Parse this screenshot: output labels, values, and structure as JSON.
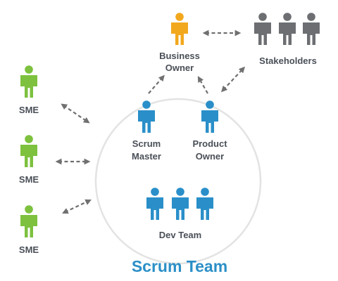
{
  "colors": {
    "business_owner": "#f2a81d",
    "stakeholders": "#6c6e72",
    "sme": "#7dc13e",
    "scrum": "#2a8fc9",
    "circle_stroke": "#e3e3e3",
    "arrow": "#707070",
    "label": "#4a4f57",
    "team_title": "#2b8fc7"
  },
  "roles": {
    "business_owner": {
      "line1": "Business",
      "line2": "Owner"
    },
    "stakeholders": {
      "label": "Stakeholders"
    },
    "scrum_master": {
      "line1": "Scrum",
      "line2": "Master"
    },
    "product_owner": {
      "line1": "Product",
      "line2": "Owner"
    },
    "dev_team": {
      "label": "Dev Team"
    },
    "sme_top": {
      "label": "SME"
    },
    "sme_mid": {
      "label": "SME"
    },
    "sme_bottom": {
      "label": "SME"
    }
  },
  "scrum_team": {
    "title": "Scrum Team"
  }
}
